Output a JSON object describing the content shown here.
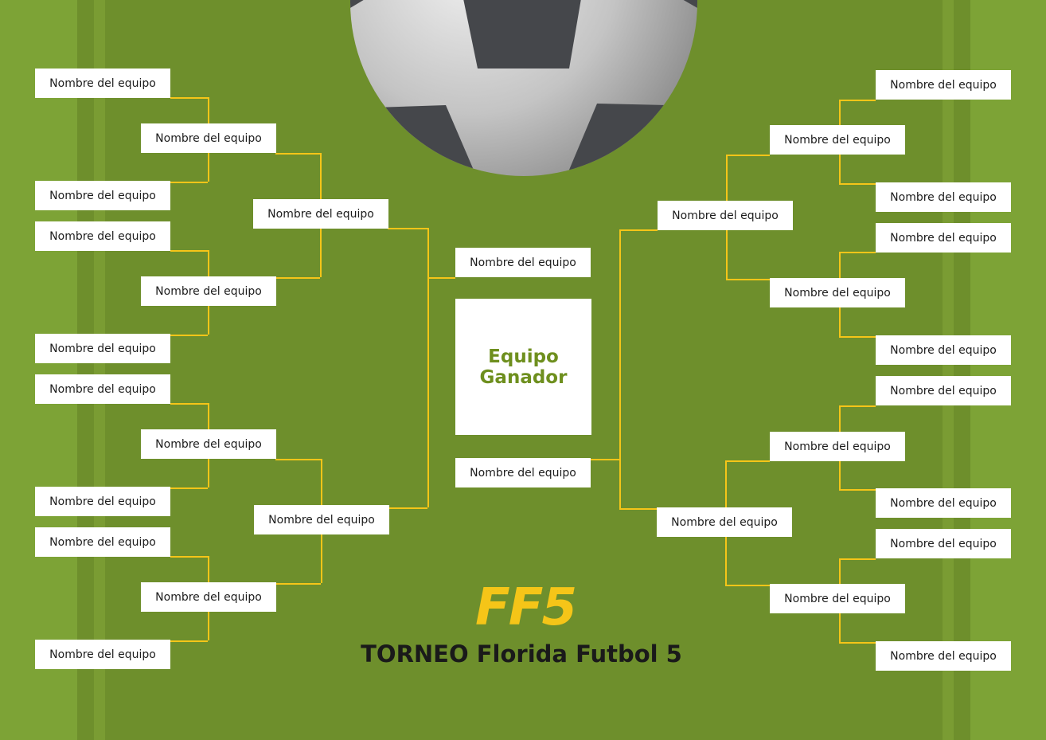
{
  "colors": {
    "field": "#6e8f2c",
    "field_light": "#7da336",
    "stripe": "#7a9c33",
    "line": "#f5c518",
    "accent_green": "#6e8f1e"
  },
  "team_label": "Nombre del equipo",
  "winner": {
    "label": "Equipo Ganador"
  },
  "logo": {
    "text": "FF5"
  },
  "tournament": {
    "title": "TORNEO Florida Futbol 5"
  },
  "ball": {
    "icon": "soccer-ball-icon"
  }
}
